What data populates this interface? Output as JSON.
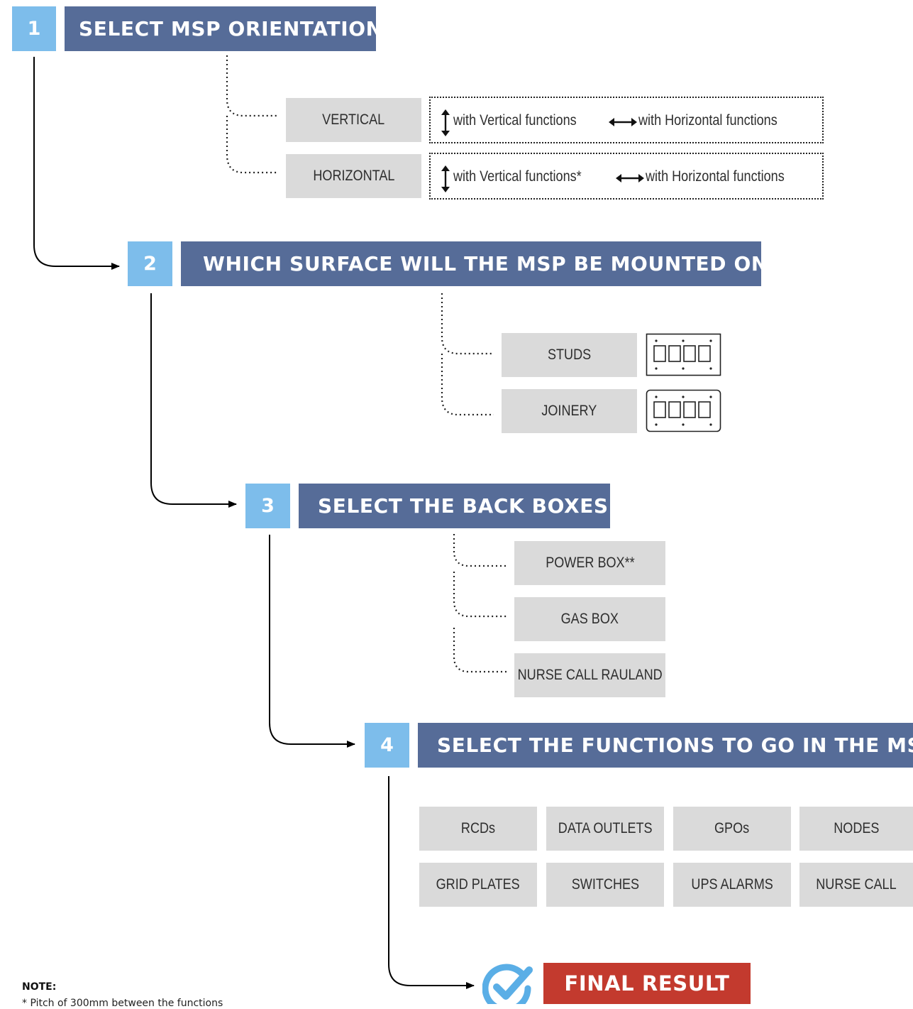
{
  "steps": [
    {
      "number": "1",
      "title": "SELECT MSP ORIENTATION"
    },
    {
      "number": "2",
      "title": "WHICH SURFACE WILL THE MSP BE MOUNTED ON?"
    },
    {
      "number": "3",
      "title": "SELECT THE BACK BOXES"
    },
    {
      "number": "4",
      "title": "SELECT THE FUNCTIONS TO GO IN THE MSP"
    }
  ],
  "orientation": {
    "options": [
      {
        "label": "VERTICAL",
        "vertical_text": "with Vertical functions",
        "horizontal_text": "with Horizontal functions"
      },
      {
        "label": "HORIZONTAL",
        "vertical_text": "with Vertical functions*",
        "horizontal_text": "with Horizontal functions"
      }
    ]
  },
  "surface": {
    "options": [
      {
        "label": "STUDS",
        "icon": "studs-plate-icon"
      },
      {
        "label": "JOINERY",
        "icon": "joinery-plate-icon"
      }
    ]
  },
  "back_boxes": {
    "options": [
      "POWER BOX**",
      "GAS BOX",
      "NURSE CALL RAULAND"
    ]
  },
  "functions": {
    "row1": [
      "RCDs",
      "DATA OUTLETS",
      "GPOs",
      "NODES"
    ],
    "row2": [
      "GRID PLATES",
      "SWITCHES",
      "UPS ALARMS",
      "NURSE CALL"
    ]
  },
  "final": {
    "label": "FINAL RESULT",
    "icon": "checkmark-circle-icon"
  },
  "note": {
    "title": "NOTE:",
    "line1": "* Pitch of 300mm between the functions"
  },
  "colors": {
    "step_number_bg": "#7dbdeb",
    "step_title_bg": "#566c98",
    "option_bg": "#dadada",
    "final_bg": "#c33a2e",
    "check_color": "#5aaee6"
  }
}
